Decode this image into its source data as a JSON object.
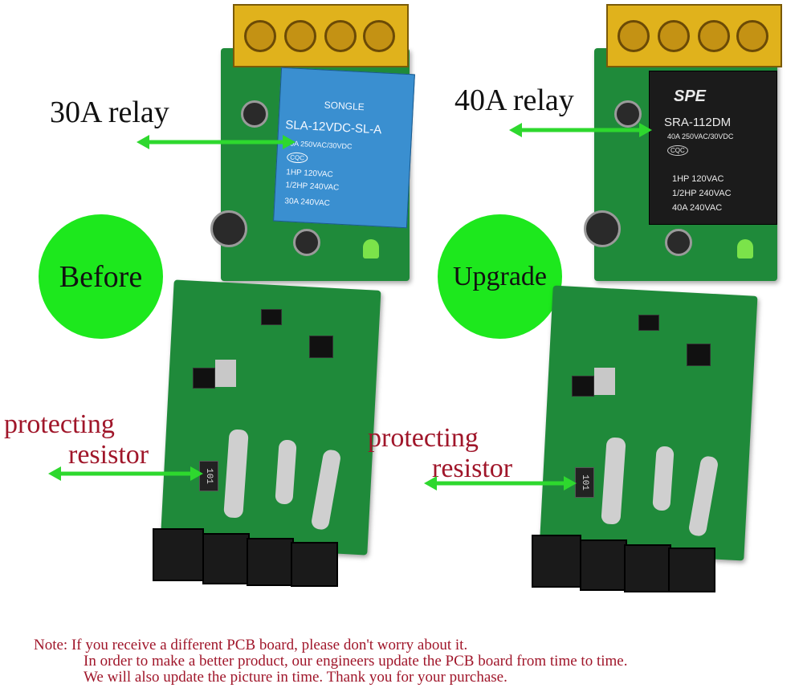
{
  "left": {
    "relay_label": "30A relay",
    "badge": "Before",
    "resistor_label_line1": "protecting",
    "resistor_label_line2": "resistor",
    "relay_text": {
      "brand": "SONGLE",
      "model": "SLA-12VDC-SL-A",
      "rating": "30A  250VAC/30VDC",
      "cert": "CQC",
      "hp1": "1HP 120VAC",
      "hp2": "1/2HP 240VAC",
      "amp": "30A 240VAC"
    },
    "resistor_code": "101"
  },
  "right": {
    "relay_label": "40A relay",
    "badge": "Upgrade",
    "resistor_label_line1": "protecting",
    "resistor_label_line2": "resistor",
    "relay_text": {
      "brand": "SPE",
      "model": "SRA-112DM",
      "rating": "40A 250VAC/30VDC",
      "cert": "CQC",
      "hp1": "1HP 120VAC",
      "hp2": "1/2HP 240VAC",
      "amp": "40A 240VAC"
    },
    "resistor_code": "101"
  },
  "note": {
    "line1": "Note: If you receive a different PCB board, please don't worry about it.",
    "line2": "In order to make a better product, our engineers update the PCB board from time to time.",
    "line3": "We will also update the picture in time. Thank you for your purchase."
  },
  "colors": {
    "badge_green": "#1de81d",
    "arrow_green": "#2ed82e",
    "pcb_green": "#1f8a3a",
    "text_red": "#a0162a"
  }
}
